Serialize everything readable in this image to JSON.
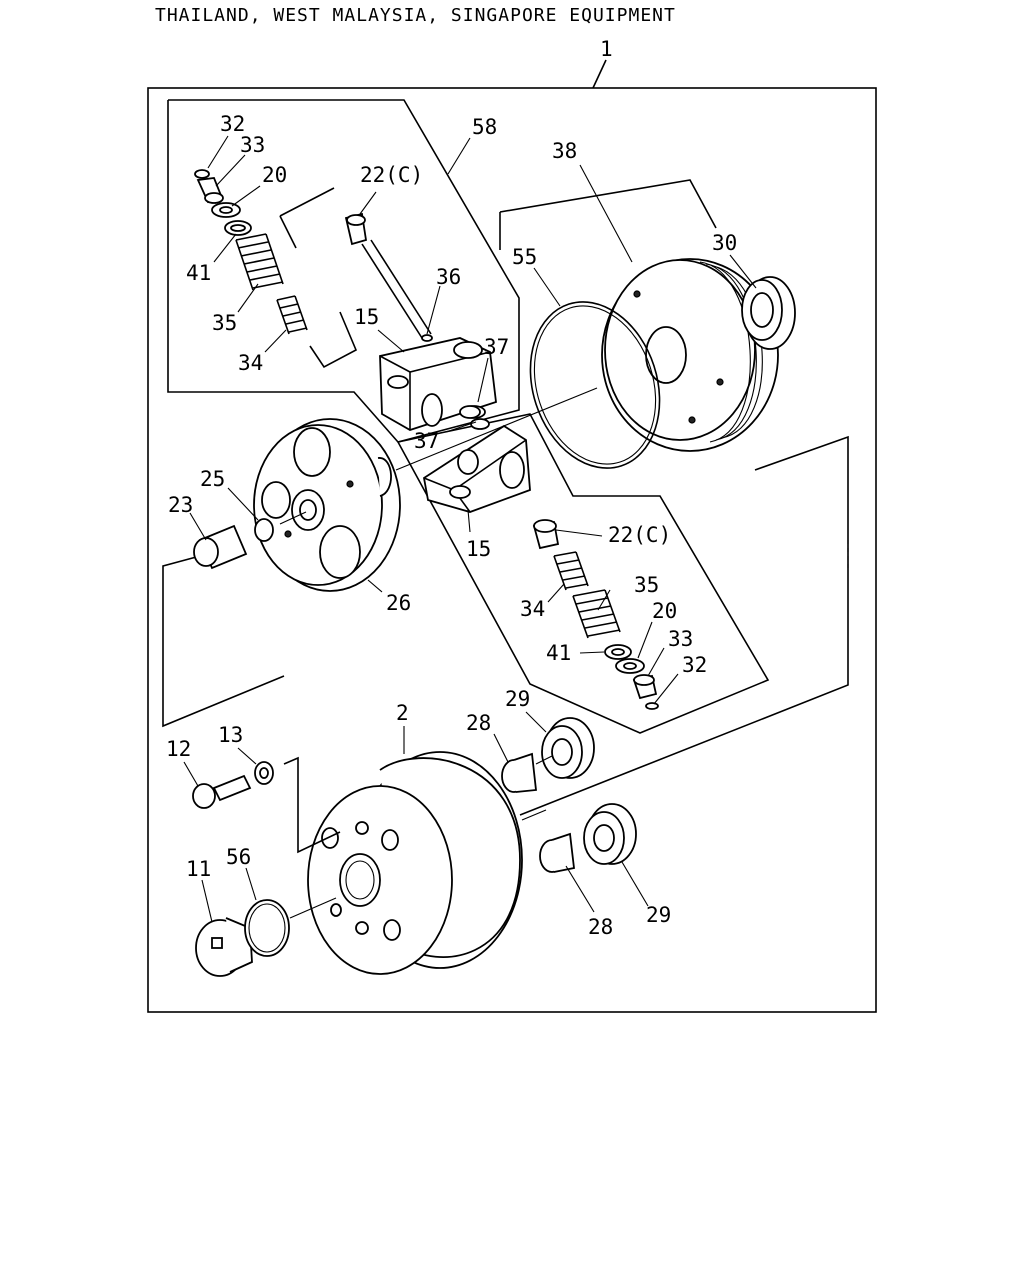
{
  "title": "THAILAND, WEST MALAYSIA, SINGAPORE EQUIPMENT",
  "callouts": [
    {
      "id": "c-1",
      "text": "1"
    },
    {
      "id": "c-58",
      "text": "58"
    },
    {
      "id": "c-38",
      "text": "38"
    },
    {
      "id": "c-30",
      "text": "30"
    },
    {
      "id": "c-55",
      "text": "55"
    },
    {
      "id": "c-32a",
      "text": "32"
    },
    {
      "id": "c-33a",
      "text": "33"
    },
    {
      "id": "c-20a",
      "text": "20"
    },
    {
      "id": "c-41a",
      "text": "41"
    },
    {
      "id": "c-35a",
      "text": "35"
    },
    {
      "id": "c-34a",
      "text": "34"
    },
    {
      "id": "c-22a",
      "text": "22(C)"
    },
    {
      "id": "c-36",
      "text": "36"
    },
    {
      "id": "c-15a",
      "text": "15"
    },
    {
      "id": "c-37a",
      "text": "37"
    },
    {
      "id": "c-37b",
      "text": "37"
    },
    {
      "id": "c-25",
      "text": "25"
    },
    {
      "id": "c-23",
      "text": "23"
    },
    {
      "id": "c-26",
      "text": "26"
    },
    {
      "id": "c-15b",
      "text": "15"
    },
    {
      "id": "c-22b",
      "text": "22(C)"
    },
    {
      "id": "c-35b",
      "text": "35"
    },
    {
      "id": "c-34b",
      "text": "34"
    },
    {
      "id": "c-20b",
      "text": "20"
    },
    {
      "id": "c-41b",
      "text": "41"
    },
    {
      "id": "c-33b",
      "text": "33"
    },
    {
      "id": "c-32b",
      "text": "32"
    },
    {
      "id": "c-2",
      "text": "2"
    },
    {
      "id": "c-29a",
      "text": "29"
    },
    {
      "id": "c-28a",
      "text": "28"
    },
    {
      "id": "c-12",
      "text": "12"
    },
    {
      "id": "c-13",
      "text": "13"
    },
    {
      "id": "c-11",
      "text": "11"
    },
    {
      "id": "c-56",
      "text": "56"
    },
    {
      "id": "c-28b",
      "text": "28"
    },
    {
      "id": "c-29b",
      "text": "29"
    }
  ]
}
